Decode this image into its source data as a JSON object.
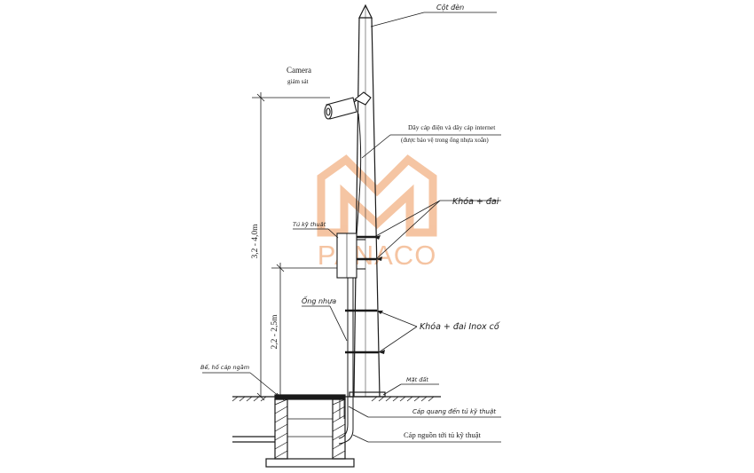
{
  "labels": {
    "pole_top": "Cột đèn",
    "camera_line1": "Camera",
    "camera_line2": "giám sát",
    "cable_line1": "Dây cáp điện và dây cáp internet",
    "cable_line2": "(được bảo vệ trong ống nhựa xoắn)",
    "lock_band": "Khóa + đai",
    "tech_box": "Tủ kỹ thuật",
    "conduit": "Ống nhựa",
    "lock_band_inox": "Khóa + đai Inox cố",
    "cover_pit": "Bể, hố cáp ngầm",
    "ground": "Mặt đất",
    "fiber_cable": "Cáp quang đến tủ kỹ thuật",
    "power_cable": "Cáp nguồn tới tủ kỹ thuật",
    "dim_total": "3,2 - 4,0m",
    "dim_box": "2,2 - 2,5m"
  },
  "watermark": {
    "text": "PANACO",
    "color": "#f2b184"
  },
  "colors": {
    "line": "#1a1a1a",
    "watermark": "#f2b184"
  }
}
